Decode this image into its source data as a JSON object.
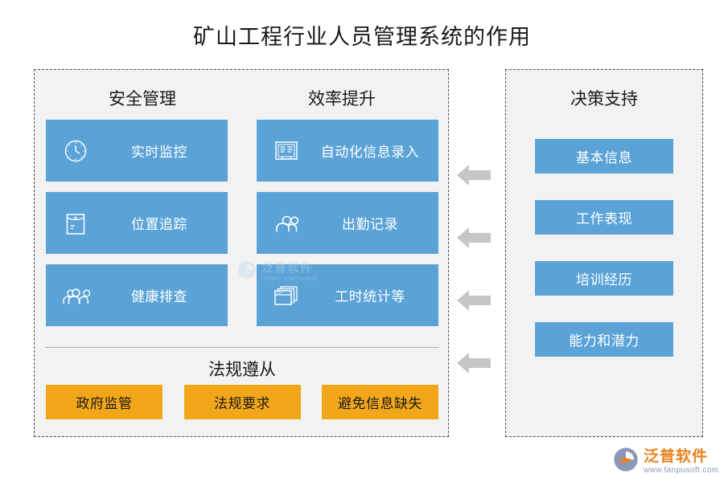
{
  "page": {
    "title": "矿山工程行业人员管理系统的作用",
    "accent_blue": "#5ba3d7",
    "accent_orange": "#f2a71b",
    "panel_bg": "#f2f2f2",
    "arrow_gray": "#c6c6c6"
  },
  "left_panel": {
    "columns": [
      {
        "header": "安全管理"
      },
      {
        "header": "效率提升"
      }
    ],
    "cards": [
      {
        "label": "实时监控",
        "icon": "clock-icon"
      },
      {
        "label": "自动化信息录入",
        "icon": "form-entry-icon"
      },
      {
        "label": "位置追踪",
        "icon": "envelope-tracking-icon"
      },
      {
        "label": "出勤记录",
        "icon": "users-two-icon"
      },
      {
        "label": "健康排查",
        "icon": "users-group-icon"
      },
      {
        "label": "工时统计等",
        "icon": "windows-stack-icon"
      }
    ],
    "compliance": {
      "header": "法规遵从",
      "items": [
        "政府监管",
        "法规要求",
        "避免信息缺失"
      ]
    }
  },
  "arrows": {
    "count": 4,
    "direction": "left",
    "name": "flow-arrow-left"
  },
  "right_panel": {
    "header": "决策支持",
    "items": [
      "基本信息",
      "工作表现",
      "培训经历",
      "能力和潜力"
    ]
  },
  "branding": {
    "name": "泛普软件",
    "url": "www.fanpusoft.com",
    "sub": "FANPU SOFTWARE"
  }
}
